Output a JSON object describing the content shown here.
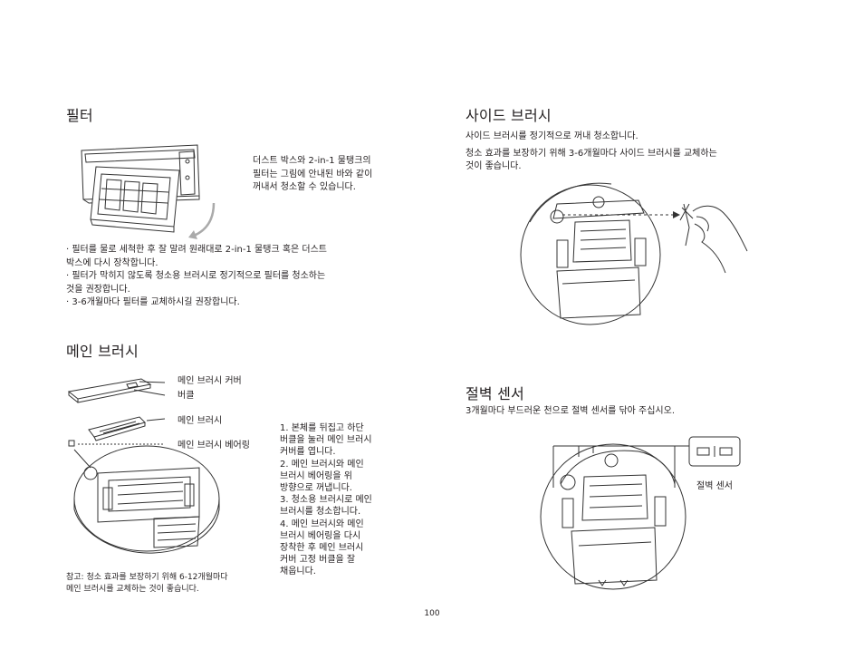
{
  "filter": {
    "title": "필터",
    "caption_lines": [
      "더스트 박스와 2-in-1 물탱크의",
      "필터는 그림에 안내된 바와 같이",
      "꺼내서 청소할 수 있습니다."
    ],
    "bullet_lines": [
      "· 필터를 물로 세척한 후 잘 말려 원래대로 2-in-1 물탱크 혹은 더스트",
      "박스에 다시 장착합니다.",
      "· 필터가 막히지 않도록 청소용 브러시로 정기적으로 필터를 청소하는",
      "것을 권장합니다.",
      "· 3-6개월마다 필터를 교체하시길 권장합니다."
    ]
  },
  "main_brush": {
    "title": "메인 브러시",
    "labels": {
      "cover": "메인 브러시 커버",
      "buckle": "버클",
      "brush": "메인 브러시",
      "bearing": "메인 브러시 베어링"
    },
    "steps_lines": [
      "1. 본체를 뒤집고 하단",
      "버클을 눌러 메인 브러시",
      "커버를 엽니다.",
      "2. 메인 브러시와 메인",
      "브러시 베어링을 위",
      "방향으로 꺼냅니다.",
      "3. 청소용 브러시로 메인",
      "브러시를 청소합니다.",
      "4. 메인 브러시와 메인",
      "브러시 베어링을 다시",
      "장착한 후 메인 브러시",
      "커버 고정 버클을 잘",
      "채웁니다."
    ],
    "note_lines": [
      "참고: 청소 효과를 보장하기 위해 6-12개월마다",
      "메인 브러시를 교체하는 것이 좋습니다."
    ]
  },
  "side_brush": {
    "title": "사이드 브러시",
    "text_lines": [
      "사이드 브러시를 정기적으로 꺼내 청소합니다.",
      "청소 효과를 보장하기 위해 3-6개월마다 사이드 브러시를 교체하는",
      "것이 좋습니다."
    ]
  },
  "cliff_sensor": {
    "title": "절벽 센서",
    "text": "3개월마다 부드러운 천으로 절벽 센서를 닦아 주십시오.",
    "label": "절벽 센서"
  },
  "page_number": "100"
}
